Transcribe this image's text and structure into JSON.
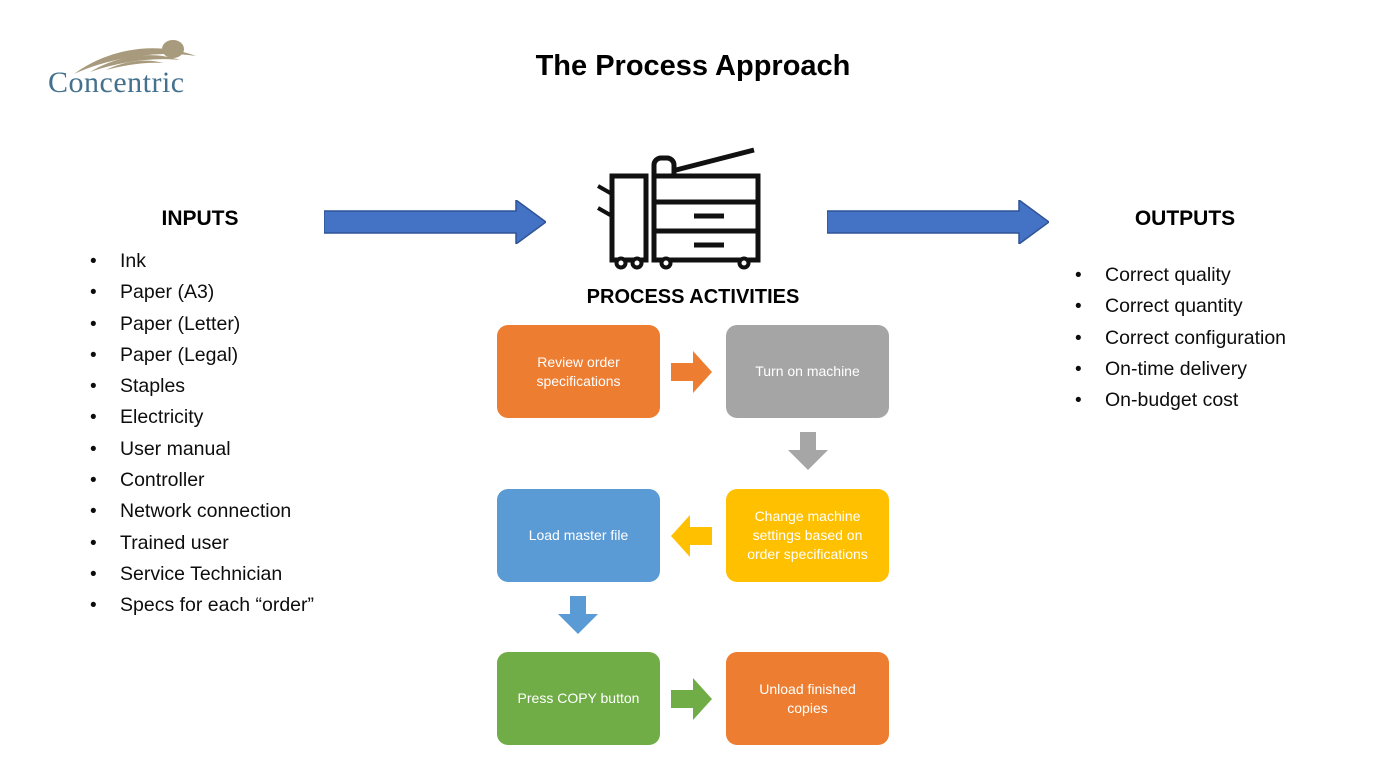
{
  "slide": {
    "title": "The Process Approach",
    "background_color": "#FFFFFF"
  },
  "logo": {
    "text": "Concentric",
    "text_color": "#44718E",
    "swoosh_color": "#A89A7C",
    "icon": "concentric-ripples-icon"
  },
  "inputs": {
    "heading": "INPUTS",
    "items": [
      "Ink",
      "Paper (A3)",
      "Paper (Letter)",
      "Paper (Legal)",
      "Staples",
      "Electricity",
      "User manual",
      "Controller",
      "Network connection",
      "Trained user",
      "Service Technician",
      "Specs for each “order”"
    ]
  },
  "outputs": {
    "heading": "OUTPUTS",
    "items": [
      "Correct quality",
      "Correct quantity",
      "Correct configuration",
      "On-time delivery",
      "On-budget cost"
    ]
  },
  "process": {
    "heading": "PROCESS ACTIVITIES",
    "machine_icon": "copier-printer-icon"
  },
  "big_arrows": {
    "fill": "#4472C4",
    "border": "#2F5496"
  },
  "flowchart": {
    "steps": [
      {
        "label": "Review order specifications",
        "color": "#ED7D31"
      },
      {
        "label": "Turn on machine",
        "color": "#A5A5A5"
      },
      {
        "label": "Change machine settings based on order specifications",
        "color": "#FFC000"
      },
      {
        "label": "Load master file",
        "color": "#5B9BD5"
      },
      {
        "label": "Press COPY button",
        "color": "#70AD47"
      },
      {
        "label": "Unload finished copies",
        "color": "#ED7D31"
      }
    ],
    "connectors": [
      {
        "from": "Review order specifications",
        "to": "Turn on machine",
        "direction": "right",
        "color": "#ED7D31"
      },
      {
        "from": "Turn on machine",
        "to": "Change machine settings based on order specifications",
        "direction": "down",
        "color": "#A6A6A6"
      },
      {
        "from": "Change machine settings based on order specifications",
        "to": "Load master file",
        "direction": "left",
        "color": "#FFC000"
      },
      {
        "from": "Load master file",
        "to": "Press COPY button",
        "direction": "down",
        "color": "#5B9BD5"
      },
      {
        "from": "Press COPY button",
        "to": "Unload finished copies",
        "direction": "right",
        "color": "#70AD47"
      }
    ]
  }
}
